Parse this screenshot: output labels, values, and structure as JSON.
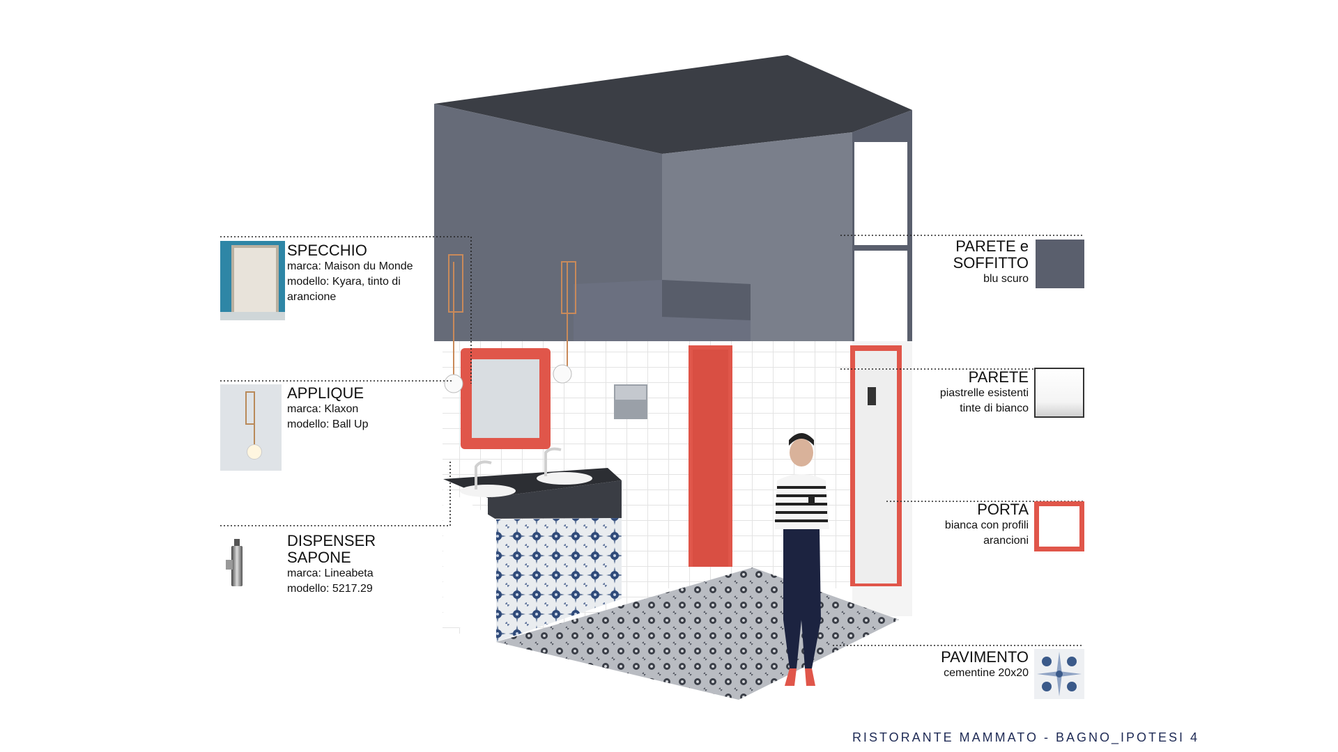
{
  "left_callouts": [
    {
      "title": "SPECCHIO",
      "lines": [
        "marca: Maison du Monde",
        "modello: Kyara, tinto di",
        "arancione"
      ],
      "thumb_icon": "mirror-thumbnail"
    },
    {
      "title": "APPLIQUE",
      "lines": [
        "marca: Klaxon",
        "modello: Ball Up"
      ],
      "thumb_icon": "wall-lamp-thumbnail"
    },
    {
      "title": "DISPENSER",
      "title2": "SAPONE",
      "lines": [
        "marca: Lineabeta",
        "modello: 5217.29"
      ],
      "thumb_icon": "soap-dispenser-thumbnail"
    }
  ],
  "right_callouts": [
    {
      "title": "PARETE e",
      "title2": "SOFFITTO",
      "lines": [
        "blu scuro"
      ],
      "swatch_color": "#5a5f6d"
    },
    {
      "title": "PARETE",
      "lines": [
        "piastrelle esistenti",
        "tinte di bianco"
      ],
      "swatch_color": "#f6f6f6"
    },
    {
      "title": "PORTA",
      "lines": [
        "bianca con profili",
        "arancioni"
      ],
      "swatch_color": "#e0564a"
    },
    {
      "title": "PAVIMENTO",
      "lines": [
        "cementine 20x20"
      ],
      "swatch_color": "#4a5a78"
    }
  ],
  "footer": "RISTORANTE MAMMATO - BAGNO_IPOTESI 4",
  "colors": {
    "wall_dark": "#5a5f6d",
    "ceiling": "#3b3e45",
    "accent_orange": "#e0564a",
    "footer_text": "#1e2a55"
  }
}
